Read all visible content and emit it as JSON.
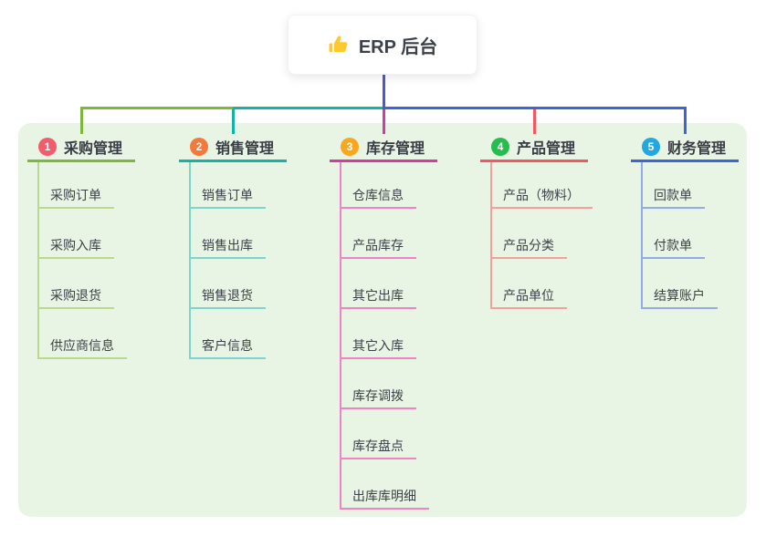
{
  "root": {
    "label": "ERP 后台",
    "icon": "thumbs-up-icon",
    "icon_color": "#fdc92c"
  },
  "colors": {
    "root_connector": "#4a5ace",
    "panel_background": "#e9f5e4"
  },
  "branches": [
    {
      "badge": "1",
      "label": "采购管理",
      "badge_color": "#f25c6c",
      "line_color": "#7db83c",
      "child_line_color": "#b9da8e",
      "children": [
        "采购订单",
        "采购入库",
        "采购退货",
        "供应商信息"
      ]
    },
    {
      "badge": "2",
      "label": "销售管理",
      "badge_color": "#f5793c",
      "line_color": "#14b3a6",
      "child_line_color": "#7ed5cd",
      "children": [
        "销售订单",
        "销售出库",
        "销售退货",
        "客户信息"
      ]
    },
    {
      "badge": "3",
      "label": "库存管理",
      "badge_color": "#f8a71f",
      "line_color": "#d23c9e",
      "child_line_color": "#ef83c3",
      "children": [
        "仓库信息",
        "产品库存",
        "其它出库",
        "其它入库",
        "库存调拨",
        "库存盘点",
        "出库库明细"
      ]
    },
    {
      "badge": "4",
      "label": "产品管理",
      "badge_color": "#26bc4e",
      "line_color": "#f4575f",
      "child_line_color": "#f79f9b",
      "children": [
        "产品（物料）",
        "产品分类",
        "产品单位"
      ]
    },
    {
      "badge": "5",
      "label": "财务管理",
      "badge_color": "#23a7e0",
      "line_color": "#3d65d8",
      "child_line_color": "#93abe8",
      "children": [
        "回款单",
        "付款单",
        "结算账户"
      ]
    }
  ]
}
